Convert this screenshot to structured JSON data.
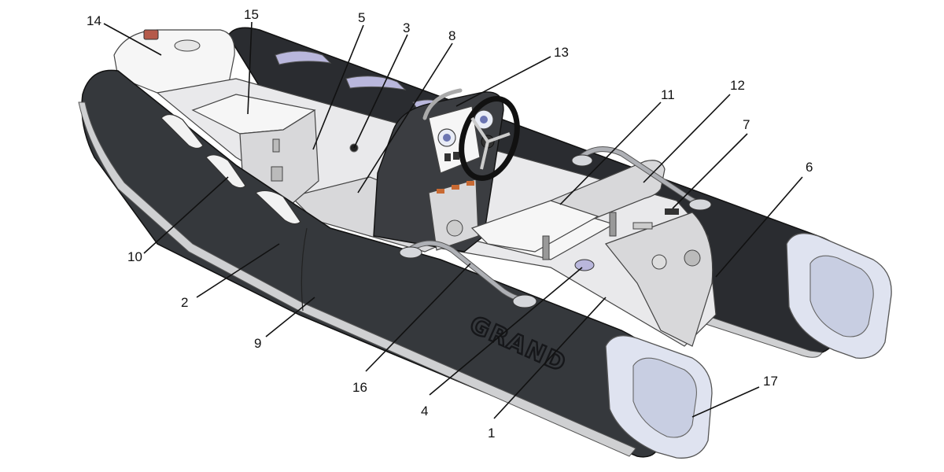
{
  "brand": "GRAND",
  "callouts": [
    "1",
    "2",
    "3",
    "4",
    "5",
    "6",
    "7",
    "8",
    "9",
    "10",
    "11",
    "12",
    "13",
    "14",
    "15",
    "16",
    "17"
  ]
}
